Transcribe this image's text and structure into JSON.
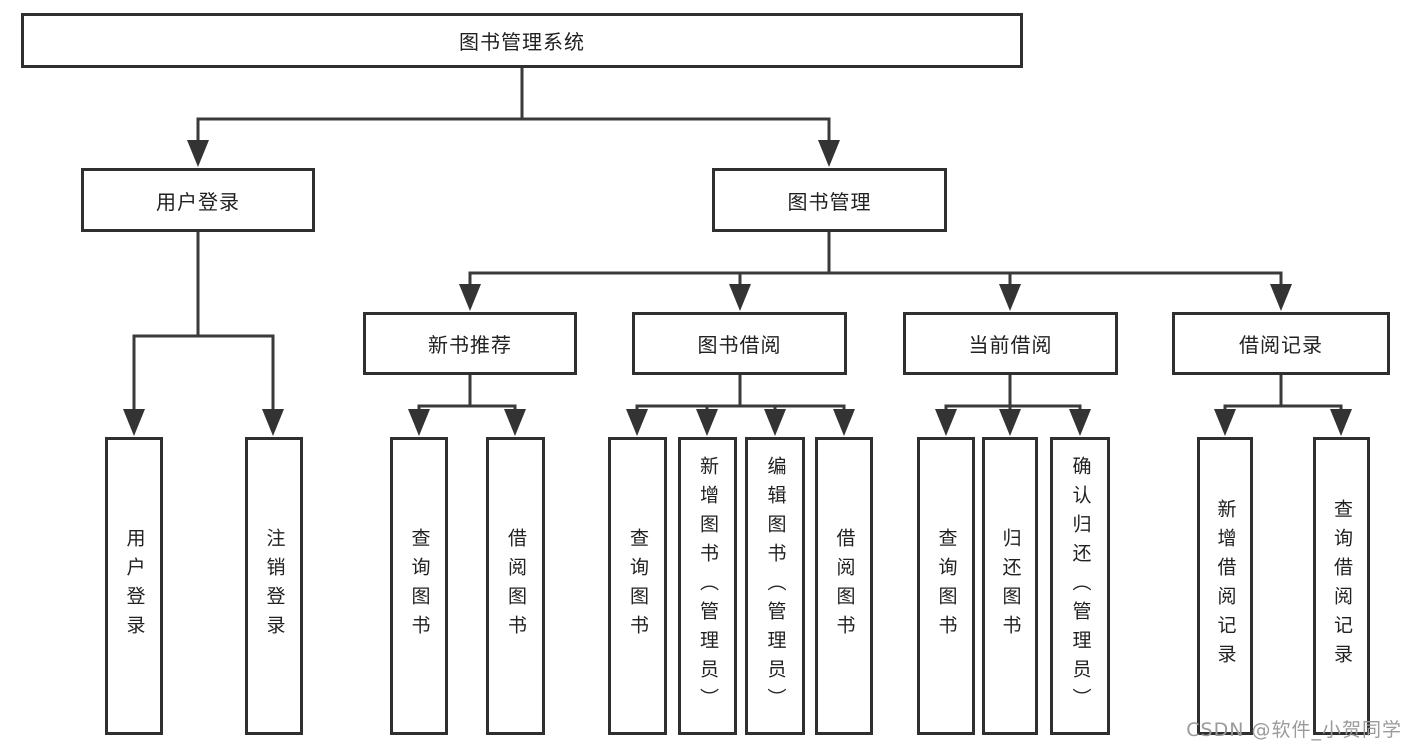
{
  "diagram_type": "hierarchy-tree",
  "tree": {
    "label": "图书管理系统",
    "children": [
      {
        "label": "用户登录",
        "children": [
          {
            "label": "用户登录"
          },
          {
            "label": "注销登录"
          }
        ]
      },
      {
        "label": "图书管理",
        "children": [
          {
            "label": "新书推荐",
            "children": [
              {
                "label": "查询图书"
              },
              {
                "label": "借阅图书"
              }
            ]
          },
          {
            "label": "图书借阅",
            "children": [
              {
                "label": "查询图书"
              },
              {
                "label": "新增图书（管理员）"
              },
              {
                "label": "编辑图书（管理员）"
              },
              {
                "label": "借阅图书"
              }
            ]
          },
          {
            "label": "当前借阅",
            "children": [
              {
                "label": "查询图书"
              },
              {
                "label": "归还图书"
              },
              {
                "label": "确认归还（管理员）"
              }
            ]
          },
          {
            "label": "借阅记录",
            "children": [
              {
                "label": "新增借阅记录"
              },
              {
                "label": "查询借阅记录"
              }
            ]
          }
        ]
      }
    ]
  },
  "watermark": "CSDN @软件_小贺同学",
  "colors": {
    "background": "#ffffff",
    "box_border": "#2f2f2f",
    "line": "#3a3a3a",
    "text": "#212121",
    "watermark": "#9b9b9b"
  }
}
